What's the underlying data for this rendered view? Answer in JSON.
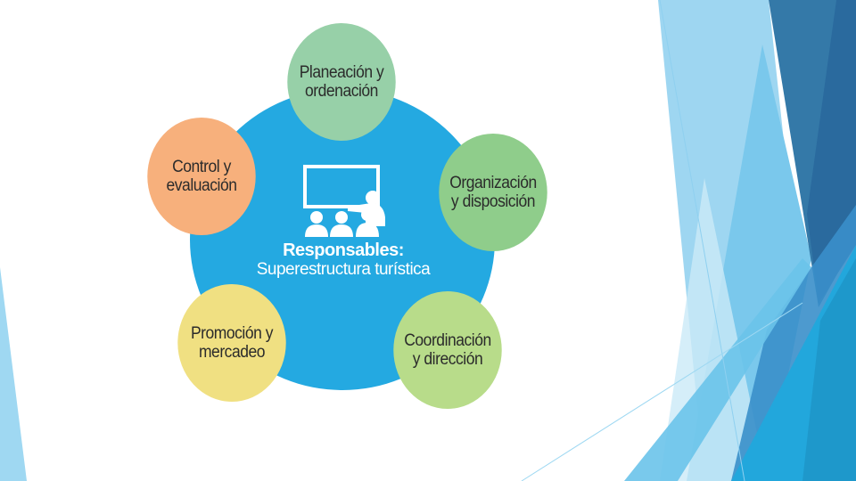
{
  "center": {
    "title": "Responsables:",
    "subtitle": "Superestructura turística",
    "icon": "classroom-presentation-icon",
    "color": "#24a9e1"
  },
  "nodes": [
    {
      "label": "Planeación y ordenación",
      "line1": "Planeación y",
      "line2": "ordenación",
      "color": "#97d0a8"
    },
    {
      "label": "Organización y disposición",
      "line1": "Organización",
      "line2": "y disposición",
      "color": "#8fcd8b"
    },
    {
      "label": "Coordinación y dirección",
      "line1": "Coordinación",
      "line2": "y dirección",
      "color": "#b8dc8a"
    },
    {
      "label": "Promoción y mercadeo",
      "line1": "Promoción y",
      "line2": "mercadeo",
      "color": "#f0e082"
    },
    {
      "label": "Control y evaluación",
      "line1": "Control y",
      "line2": "evaluación",
      "color": "#f7b07c"
    }
  ]
}
